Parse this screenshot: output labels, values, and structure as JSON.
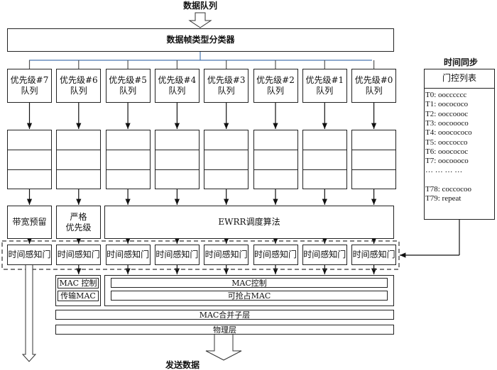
{
  "input_label": "数据队列",
  "classifier": "数据帧类型分类器",
  "queues": [
    "优先级#7\n队列",
    "优先级#6\n队列",
    "优先级#5\n队列",
    "优先级#4\n队列",
    "优先级#3\n队列",
    "优先级#2\n队列",
    "优先级#1\n队列",
    "优先级#0\n队列"
  ],
  "schedulers": {
    "bandwidth": "带宽预留",
    "strict": "严格\n优先级",
    "ewrr": "EWRR调度算法"
  },
  "gate_label": "时间感知门",
  "mac": {
    "control_express": "MAC 控制",
    "transmit_mac": "传输MAC",
    "control": "MAC控制",
    "preemptable": "可抢占MAC",
    "merge": "MAC合并子层",
    "phy": "物理层"
  },
  "output_label": "发送数据",
  "time_sync": "时间同步",
  "gate_list": {
    "title": "门控列表",
    "entries": [
      "T0: oocccccc",
      "T1: oocococo",
      "T2: ooccoooc",
      "T3: oocoooco",
      "T4: ooocococo",
      "T5: ooccocco",
      "T6: ooocococ",
      "T7: oocoooco",
      "… … … …",
      "",
      "T78: coccocoo",
      "T79: repeat"
    ]
  }
}
